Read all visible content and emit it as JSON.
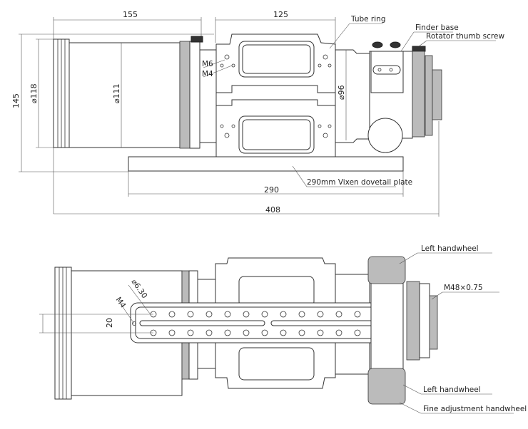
{
  "top_view": {
    "dimensions": {
      "tube_length": "155",
      "ring_spacing": "125",
      "height": "145",
      "dia_front": "⌀118",
      "dia_tube": "⌀111",
      "dia_rear": "⌀96",
      "plate_length": "290",
      "total_length": "408"
    },
    "labels": {
      "m6": "M6",
      "m4": "M4",
      "tube_ring": "Tube ring",
      "finder_base": "Finder base",
      "rotator": "Rotator thumb screw",
      "dovetail": "290mm Vixen dovetail plate"
    }
  },
  "bottom_view": {
    "dimensions": {
      "hole_spacing": "20",
      "hole_dia": "⌀6.30"
    },
    "labels": {
      "m4": "M4",
      "left_handwheel_top": "Left handwheel",
      "thread": "M48×0.75",
      "left_handwheel_bottom": "Left handwheel",
      "fine_adjust": "Fine adjustment handwheel"
    }
  }
}
